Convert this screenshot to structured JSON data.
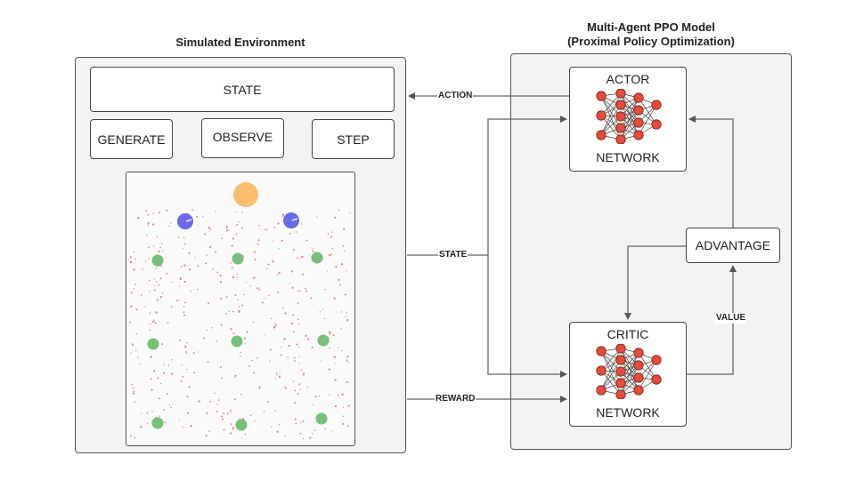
{
  "environment": {
    "title": "Simulated Environment",
    "state_label": "STATE",
    "buttons": [
      "GENERATE",
      "OBSERVE",
      "STEP"
    ]
  },
  "model": {
    "title_line1": "Multi-Agent PPO Model",
    "title_line2": "(Proximal Policy Optimization)",
    "actor": {
      "top": "ACTOR",
      "bottom": "NETWORK"
    },
    "critic": {
      "top": "CRITIC",
      "bottom": "NETWORK"
    },
    "advantage": "ADVANTAGE"
  },
  "edges": {
    "action": "ACTION",
    "state": "STATE",
    "reward": "REWARD",
    "value": "VALUE"
  },
  "colors": {
    "panel_fill": "#f2f3f4",
    "goal": "#f9bd6b",
    "agent": "#6a6aea",
    "obstacle": "#78bf78",
    "particle": "#d98a8a",
    "neuron": "#e64b3c"
  }
}
